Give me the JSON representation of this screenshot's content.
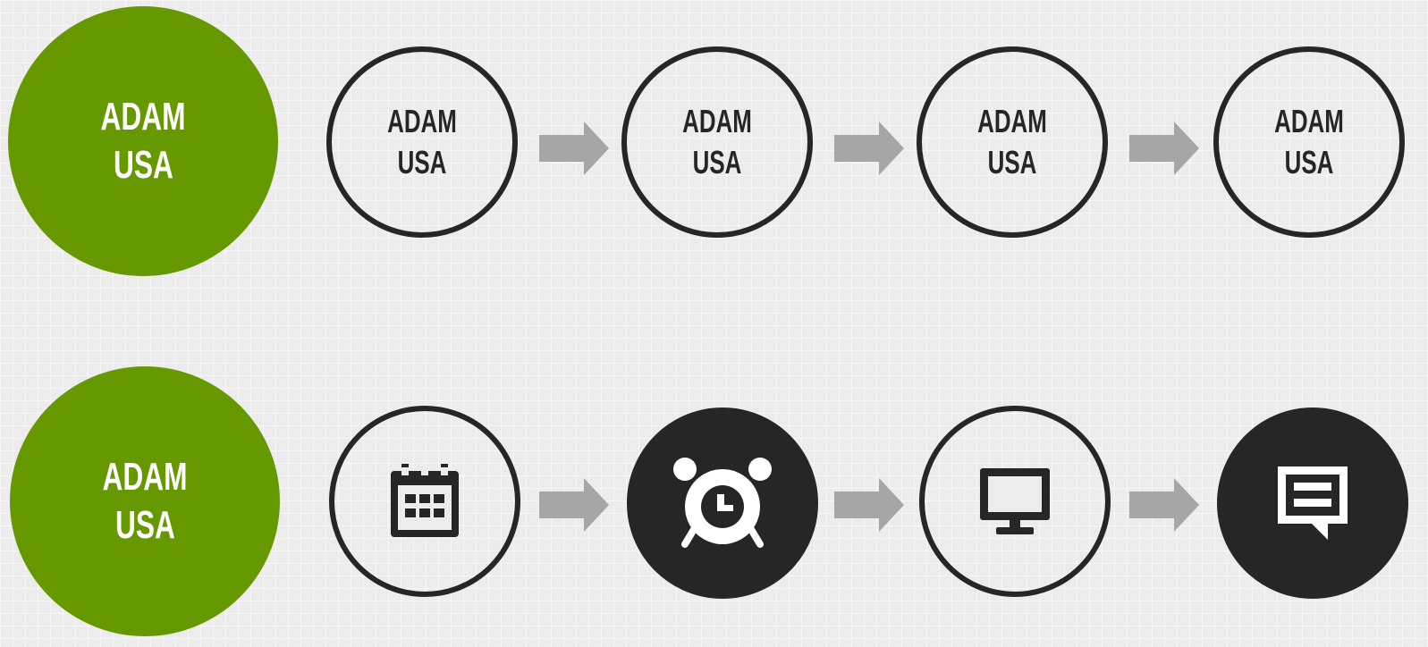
{
  "colors": {
    "green": "#669900",
    "dark": "#262626",
    "arrow": "#a6a6a6",
    "background": "#ececec"
  },
  "row1": {
    "main": {
      "line1": "ADAM",
      "line2": "USA"
    },
    "steps": [
      {
        "line1": "ADAM",
        "line2": "USA"
      },
      {
        "line1": "ADAM",
        "line2": "USA"
      },
      {
        "line1": "ADAM",
        "line2": "USA"
      },
      {
        "line1": "ADAM",
        "line2": "USA"
      }
    ]
  },
  "row2": {
    "main": {
      "line1": "ADAM",
      "line2": "USA"
    },
    "steps": [
      {
        "icon": "calendar-icon",
        "style": "outline"
      },
      {
        "icon": "alarm-clock-icon",
        "style": "filled"
      },
      {
        "icon": "monitor-icon",
        "style": "outline"
      },
      {
        "icon": "chat-message-icon",
        "style": "filled"
      }
    ]
  }
}
